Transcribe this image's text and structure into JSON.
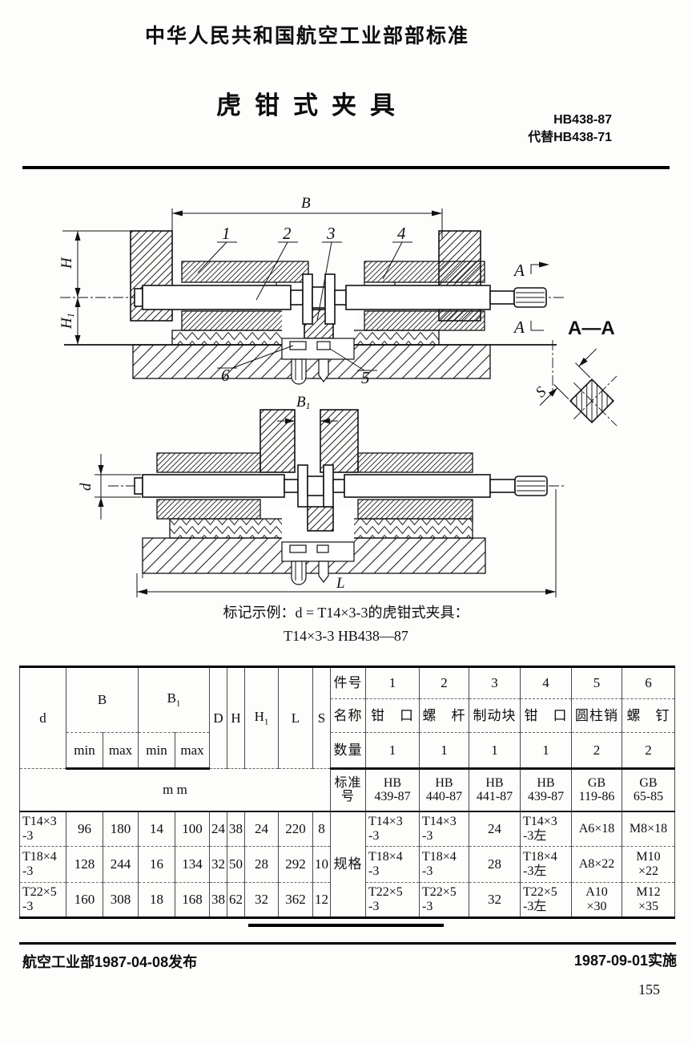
{
  "header": {
    "org_standard": "中华人民共和国航空工业部部标准",
    "title": "虎钳式夹具",
    "standard_no": "HB438-87",
    "replaces": "代替HB438-71"
  },
  "drawing": {
    "dims": {
      "B": "B",
      "B1_base": "B",
      "B1_sub": "1",
      "H": "H",
      "H1_base": "H",
      "H1_sub": "1",
      "d": "d",
      "L": "L",
      "S": "S"
    },
    "callouts": {
      "c1": "1",
      "c2": "2",
      "c3": "3",
      "c4": "4",
      "c5": "5",
      "c6": "6"
    },
    "section": {
      "mark_top": "A",
      "mark_bottom": "A",
      "label": "A—A"
    }
  },
  "marking_example": {
    "line1": "标记示例：d = T14×3-3的虎钳式夹具：",
    "line2": "T14×3-3  HB438—87"
  },
  "table": {
    "headers": {
      "d": "d",
      "B": "B",
      "B1_base": "B",
      "B1_sub": "1",
      "min": "min",
      "max": "max",
      "D": "D",
      "H": "H",
      "H1_base": "H",
      "H1_sub": "1",
      "L": "L",
      "S": "S",
      "unit": "m m",
      "part_no": "件号",
      "name": "名称",
      "qty": "数量",
      "std_no": "标准号",
      "spec": "规格"
    },
    "parts": {
      "numbers": [
        "1",
        "2",
        "3",
        "4",
        "5",
        "6"
      ],
      "names": [
        "钳　口",
        "螺　杆",
        "制动块",
        "钳　口",
        "圆柱销",
        "螺　钉"
      ],
      "quantities": [
        "1",
        "1",
        "1",
        "1",
        "2",
        "2"
      ],
      "standards": [
        "HB\n439-87",
        "HB\n440-87",
        "HB\n441-87",
        "HB\n439-87",
        "GB\n119-86",
        "GB\n65-85"
      ]
    },
    "rows": [
      {
        "d": "T14×3\n-3",
        "cells": [
          "96",
          "180",
          "14",
          "100",
          "24",
          "38",
          "24",
          "220",
          "8"
        ],
        "specs": [
          "T14×3\n-3",
          "T14×3\n-3",
          "24",
          "T14×3\n-3左",
          "A6×18",
          "M8×18"
        ]
      },
      {
        "d": "T18×4\n-3",
        "cells": [
          "128",
          "244",
          "16",
          "134",
          "32",
          "50",
          "28",
          "292",
          "10"
        ],
        "specs": [
          "T18×4\n-3",
          "T18×4\n-3",
          "28",
          "T18×4\n-3左",
          "A8×22",
          "M10\n×22"
        ]
      },
      {
        "d": "T22×5\n-3",
        "cells": [
          "160",
          "308",
          "18",
          "168",
          "38",
          "62",
          "32",
          "362",
          "12"
        ],
        "specs": [
          "T22×5\n-3",
          "T22×5\n-3",
          "32",
          "T22×5\n-3左",
          "A10\n×30",
          "M12\n×35"
        ]
      }
    ]
  },
  "footer": {
    "issued": "航空工业部1987-04-08发布",
    "effective": "1987-09-01实施",
    "page": "155"
  }
}
